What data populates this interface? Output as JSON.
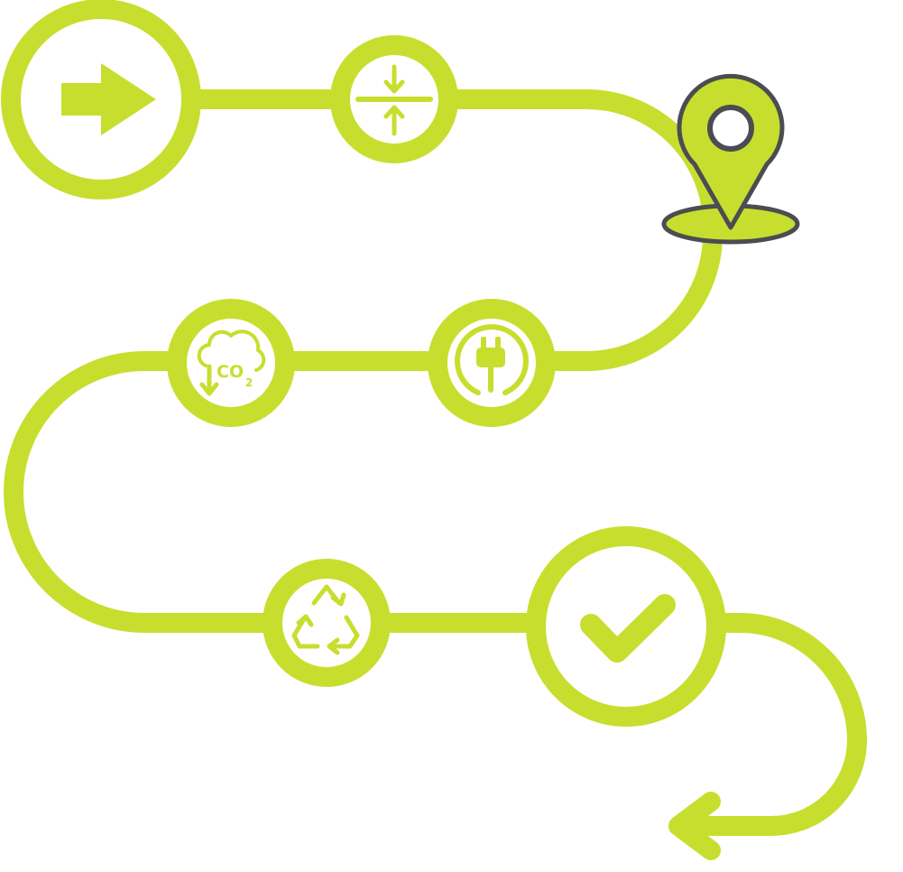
{
  "colors": {
    "accent": "#c8de2e",
    "outline": "#4a4d52",
    "background": "#ffffff"
  },
  "nodes": [
    {
      "name": "start-node",
      "icon": "arrow-right-icon"
    },
    {
      "name": "compress-node",
      "icon": "compress-arrows-icon"
    },
    {
      "name": "location-marker",
      "icon": "map-pin-icon"
    },
    {
      "name": "plug-node",
      "icon": "electric-plug-icon"
    },
    {
      "name": "co2-node",
      "icon": "co2-reduction-cloud-icon"
    },
    {
      "name": "recycle-node",
      "icon": "recycle-icon"
    },
    {
      "name": "check-node",
      "icon": "checkmark-icon"
    },
    {
      "name": "return-arrow",
      "icon": "arrow-left-icon"
    }
  ],
  "co2": {
    "main": "CO",
    "sub": "2"
  }
}
